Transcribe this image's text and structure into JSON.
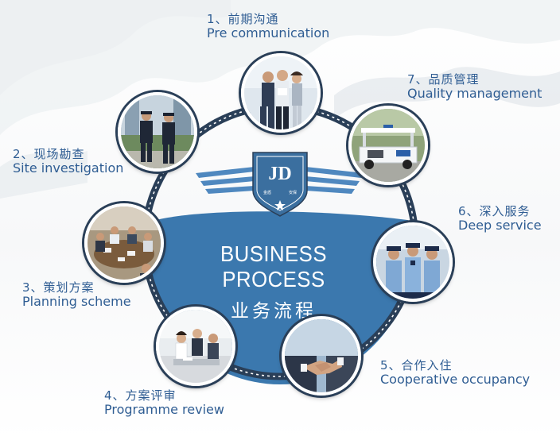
{
  "center": {
    "title_en": "BUSINESS PROCESS",
    "title_zh": "业务流程"
  },
  "logo": {
    "text": "JD",
    "small_left": "金盾",
    "small_right": "安保"
  },
  "colors": {
    "ring": "#2a3f58",
    "accent_blue": "#3b78ae",
    "label_blue": "#2f5d93",
    "wing_blue": "#4f88bf"
  },
  "steps": [
    {
      "number_zh": "1、前期沟通",
      "en": "Pre communication",
      "photo": "business-meeting-photo"
    },
    {
      "number_zh": "2、现场勘查",
      "en": "Site investigation",
      "photo": "security-guards-photo"
    },
    {
      "number_zh": "3、策划方案",
      "en": "Planning scheme",
      "photo": "conference-table-photo"
    },
    {
      "number_zh": "4、方案评审",
      "en": "Programme review",
      "photo": "office-review-photo"
    },
    {
      "number_zh": "5、合作入住",
      "en": "Cooperative occupancy",
      "photo": "handshake-photo"
    },
    {
      "number_zh": "6、深入服务",
      "en": "Deep service",
      "photo": "police-officers-photo"
    },
    {
      "number_zh": "7、品质管理",
      "en": "Quality management",
      "photo": "patrol-car-photo"
    }
  ]
}
